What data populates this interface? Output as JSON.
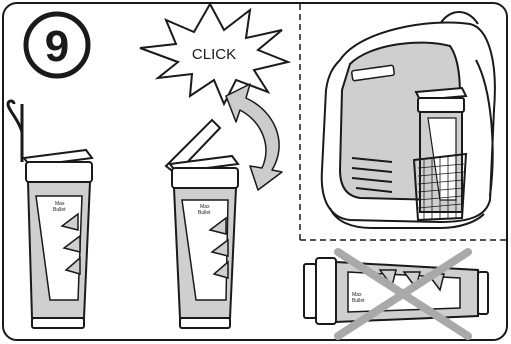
{
  "step": {
    "number": "9"
  },
  "burst": {
    "label": "CLICK"
  },
  "bottle_brand_line1": "Max",
  "bottle_brand_line2": "Bullet",
  "colors": {
    "outline": "#1a1a1a",
    "body_fill": "#cfcfcf",
    "arrow_fill": "#cccccc",
    "cross": "#a9a9a9",
    "background": "#ffffff"
  }
}
